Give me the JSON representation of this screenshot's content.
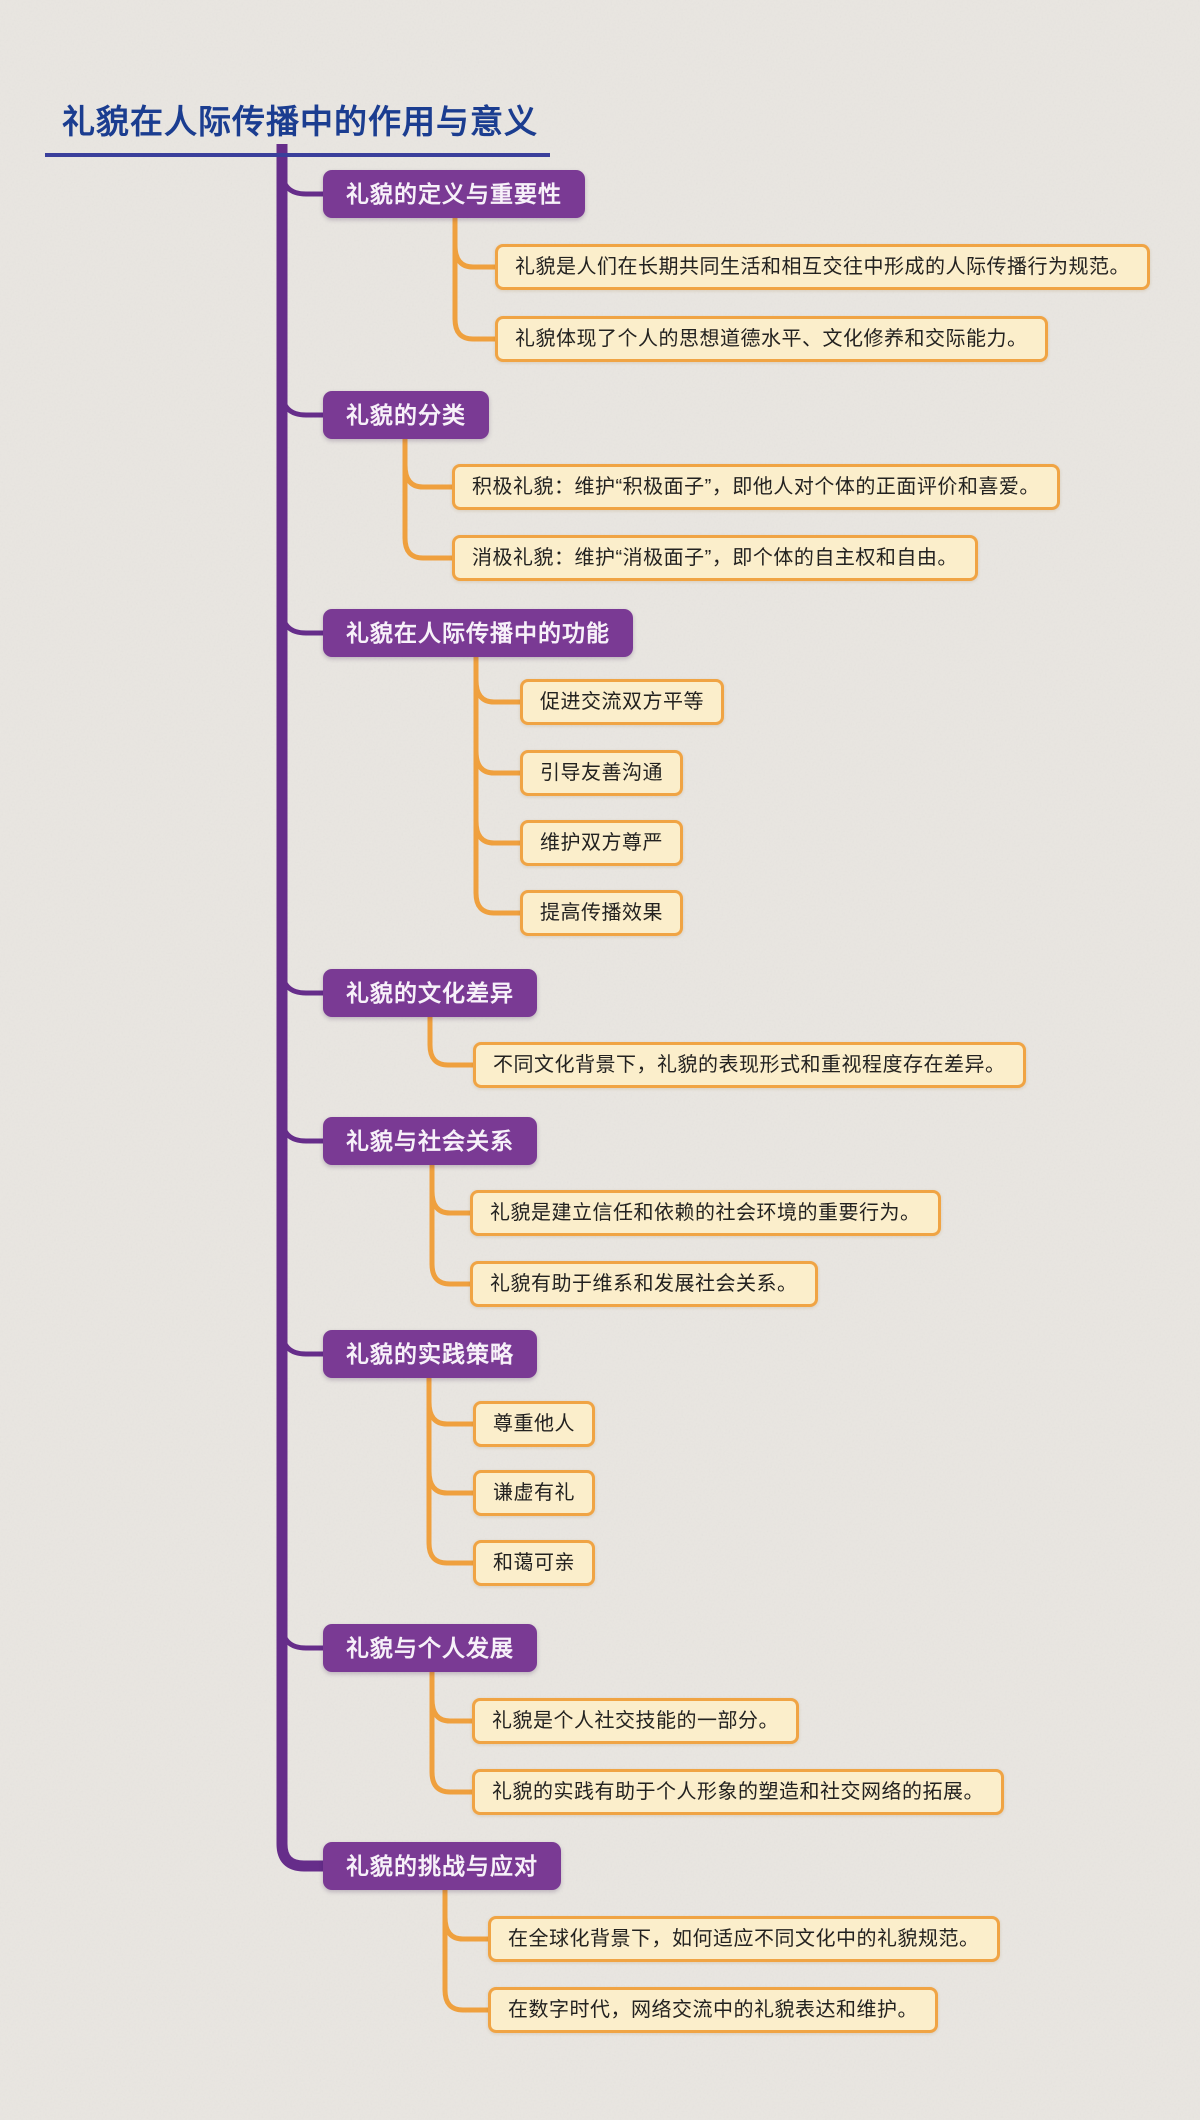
{
  "title": "礼貌在人际传播中的作用与意义",
  "colors": {
    "background": "#e9e6e1",
    "title_text": "#1b3d90",
    "title_underline": "#3a3f9b",
    "trunk_purple": "#662d8a",
    "branch_fill": "#7a3a94",
    "branch_text": "#f7f1f9",
    "connector_orange": "#efa03e",
    "leaf_fill": "#fbeecb",
    "leaf_border": "#f0a444",
    "leaf_text": "#232220"
  },
  "sections": [
    {
      "label": "礼貌的定义与重要性",
      "children": [
        "礼貌是人们在长期共同生活和相互交往中形成的人际传播行为规范。",
        "礼貌体现了个人的思想道德水平、文化修养和交际能力。"
      ]
    },
    {
      "label": "礼貌的分类",
      "children": [
        "积极礼貌：维护“积极面子”，即他人对个体的正面评价和喜爱。",
        "消极礼貌：维护“消极面子”，即个体的自主权和自由。"
      ]
    },
    {
      "label": "礼貌在人际传播中的功能",
      "children": [
        "促进交流双方平等",
        "引导友善沟通",
        "维护双方尊严",
        "提高传播效果"
      ]
    },
    {
      "label": "礼貌的文化差异",
      "children": [
        "不同文化背景下，礼貌的表现形式和重视程度存在差异。"
      ]
    },
    {
      "label": "礼貌与社会关系",
      "children": [
        "礼貌是建立信任和依赖的社会环境的重要行为。",
        "礼貌有助于维系和发展社会关系。"
      ]
    },
    {
      "label": "礼貌的实践策略",
      "children": [
        "尊重他人",
        "谦虚有礼",
        "和蔼可亲"
      ]
    },
    {
      "label": "礼貌与个人发展",
      "children": [
        "礼貌是个人社交技能的一部分。",
        "礼貌的实践有助于个人形象的塑造和社交网络的拓展。"
      ]
    },
    {
      "label": "礼貌的挑战与应对",
      "children": [
        "在全球化背景下，如何适应不同文化中的礼貌规范。",
        "在数字时代，网络交流中的礼貌表达和维护。"
      ]
    }
  ]
}
